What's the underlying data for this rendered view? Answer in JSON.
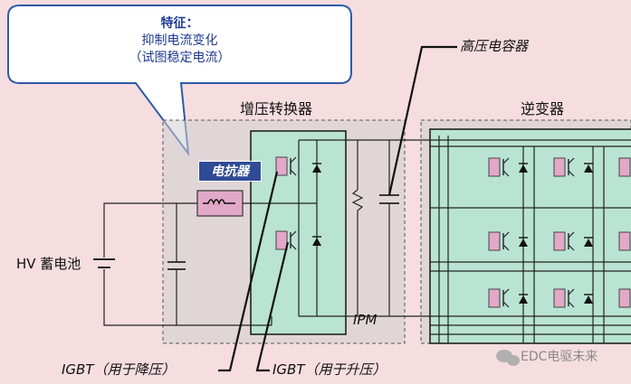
{
  "callout": {
    "title": "特征：",
    "line1": "抑制电流变化",
    "line2": "（试图稳定电流）"
  },
  "labels": {
    "hv_battery": "HV 蓄电池",
    "boost_converter": "增压转换器",
    "inverter": "逆变器",
    "reactor": "电抗器",
    "hv_capacitor": "高压电容器",
    "ipm": "IPM",
    "igbt_step_down": "IGBT（用于降压）",
    "igbt_step_up": "IGBT（用于升压）",
    "watermark": "EDC电驱未来"
  },
  "colors": {
    "background": "#f5dde0",
    "module_fill": "#b9e3d2",
    "igbt_pink": "#e2a8c8",
    "callout_text": "#1f3a93",
    "reactor_tag": "#2f4b95"
  }
}
